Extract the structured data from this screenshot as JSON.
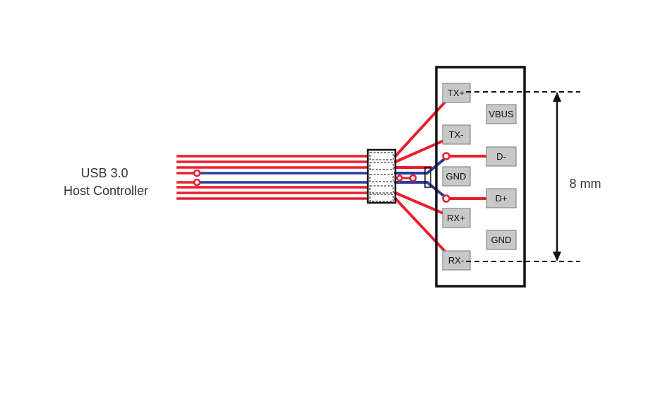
{
  "controller": {
    "line1": "USB 3.0",
    "line2": "Host Controller"
  },
  "dimension": {
    "label": "8 mm"
  },
  "pins": {
    "tx_plus": "TX+",
    "tx_minus": "TX-",
    "gnd_left": "GND",
    "rx_plus": "RX+",
    "rx_minus": "RX-",
    "vbus": "VBUS",
    "d_minus": "D-",
    "d_plus": "D+",
    "gnd_right": "GND"
  },
  "colors": {
    "trace_red": "#e8202e",
    "trace_blue": "#2a3ca0",
    "pad_gray": "#c8c8c8"
  }
}
